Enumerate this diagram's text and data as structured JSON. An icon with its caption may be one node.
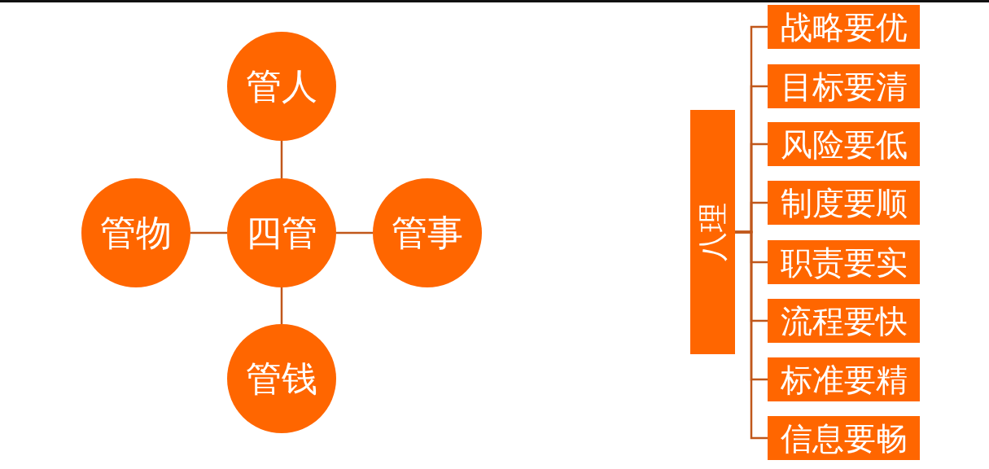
{
  "diagram": {
    "nodes": [
      {
        "text": [
          "管人"
        ]
      },
      {
        "text": [
          "管物"
        ]
      },
      {
        "text": [
          "四管"
        ]
      },
      {
        "text": [
          "管事"
        ]
      },
      {
        "text": [
          "管钱"
        ]
      },
      {
        "text": [
          "八理"
        ]
      },
      {
        "text": [
          "战略要优"
        ]
      },
      {
        "text": [
          "目标要清"
        ]
      },
      {
        "text": [
          "风险要低"
        ]
      },
      {
        "text": [
          "制度要顺"
        ]
      },
      {
        "text": [
          "职责要实"
        ]
      },
      {
        "text": [
          "流程要快"
        ]
      },
      {
        "text": [
          "标准要精"
        ]
      },
      {
        "text": [
          "信息要畅"
        ]
      }
    ],
    "edges": [
      {
        "from": 2,
        "to": 0,
        "arrow": "none"
      },
      {
        "from": 2,
        "to": 1,
        "arrow": "none"
      },
      {
        "from": 2,
        "to": 3,
        "arrow": "none"
      },
      {
        "from": 2,
        "to": 4,
        "arrow": "none"
      },
      {
        "from": 5,
        "to": 6,
        "arrow": "none"
      },
      {
        "from": 5,
        "to": 7,
        "arrow": "none"
      },
      {
        "from": 5,
        "to": 8,
        "arrow": "none"
      },
      {
        "from": 5,
        "to": 9,
        "arrow": "none"
      },
      {
        "from": 5,
        "to": 10,
        "arrow": "none"
      },
      {
        "from": 5,
        "to": 11,
        "arrow": "none"
      },
      {
        "from": 5,
        "to": 12,
        "arrow": "none"
      },
      {
        "from": 5,
        "to": 13,
        "arrow": "none"
      }
    ]
  }
}
